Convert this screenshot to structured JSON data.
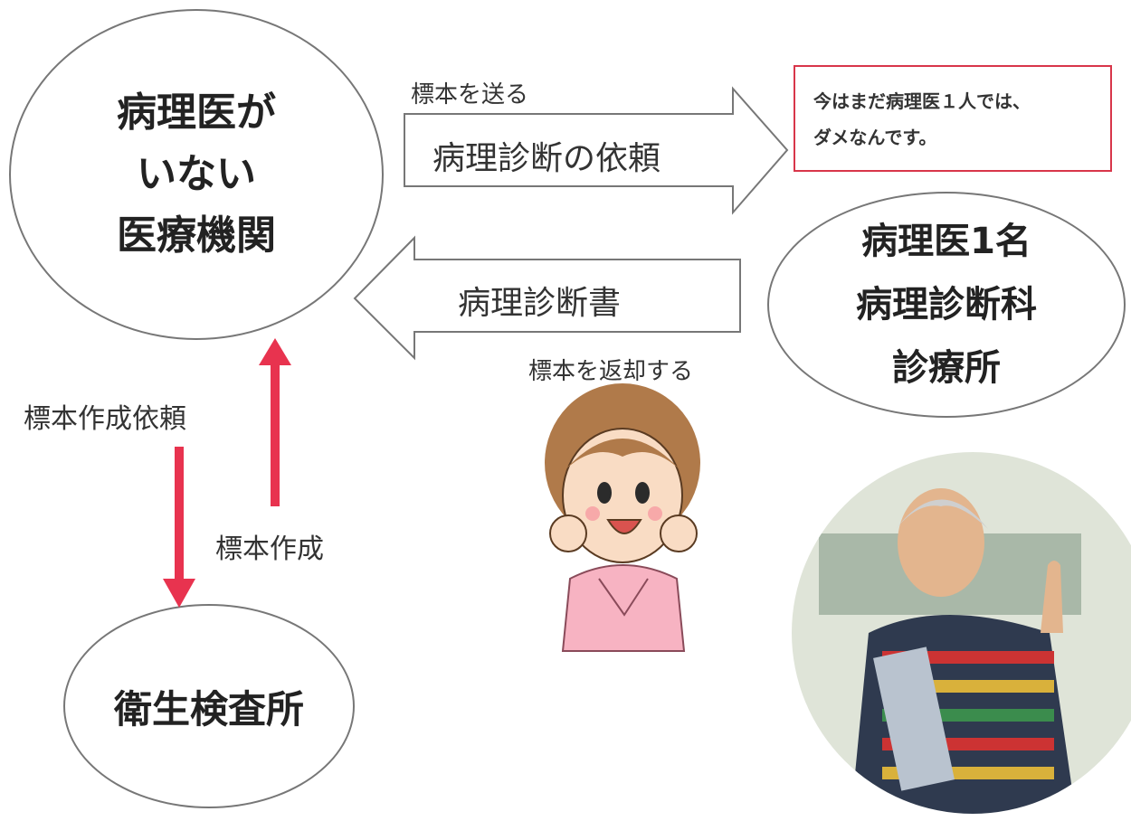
{
  "nodes": {
    "hospital": [
      "病理医が",
      "いない",
      "医療機関"
    ],
    "clinic": [
      "病理医1名",
      "病理診断科",
      "診療所"
    ],
    "lab": "衛生検査所"
  },
  "arrows": {
    "request": {
      "label": "病理診断の依頼",
      "caption": "標本を送る"
    },
    "report": {
      "label": "病理診断書",
      "caption": "標本を返却する"
    },
    "to_lab": {
      "caption": "標本作成依頼"
    },
    "from_lab": {
      "caption": "標本作成"
    }
  },
  "callout": [
    "今はまだ病理医１人では、",
    "ダメなんです。"
  ],
  "colors": {
    "callout_border": "#d8364a",
    "vertical_arrow": "#e8334f",
    "outline": "#777777"
  },
  "illustrations": {
    "nurse": "cartoon-nurse-illustration",
    "doctor": "senior-doctor-photo"
  }
}
